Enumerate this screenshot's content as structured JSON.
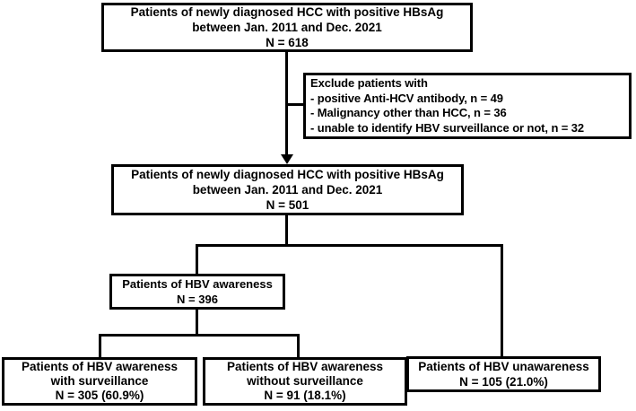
{
  "flowchart": {
    "colors": {
      "box_border": "#000000",
      "box_background": "#ffffff",
      "text": "#000000",
      "connector": "#000000"
    },
    "box_initial": {
      "lines": [
        "Patients of newly diagnosed HCC with positive HBsAg",
        "between Jan. 2011 and Dec. 2021",
        "N = 618"
      ]
    },
    "box_exclude": {
      "lines": [
        "Exclude patients with",
        "- positive Anti-HCV antibody, n = 49",
        "- Malignancy other than HCC, n = 36",
        "- unable to identify HBV surveillance or not, n = 32"
      ]
    },
    "box_included": {
      "lines": [
        "Patients of newly diagnosed HCC with positive HBsAg",
        "between Jan. 2011 and Dec. 2021",
        "N = 501"
      ]
    },
    "box_awareness": {
      "lines": [
        "Patients of HBV awareness",
        "N = 396"
      ]
    },
    "box_with_surveillance": {
      "lines": [
        "Patients of HBV awareness",
        "with surveillance",
        "N = 305 (60.9%)"
      ]
    },
    "box_without_surveillance": {
      "lines": [
        "Patients of HBV awareness",
        "without surveillance",
        "N = 91 (18.1%)"
      ]
    },
    "box_unawareness": {
      "lines": [
        "Patients of HBV unawareness",
        "N = 105 (21.0%)"
      ]
    }
  }
}
